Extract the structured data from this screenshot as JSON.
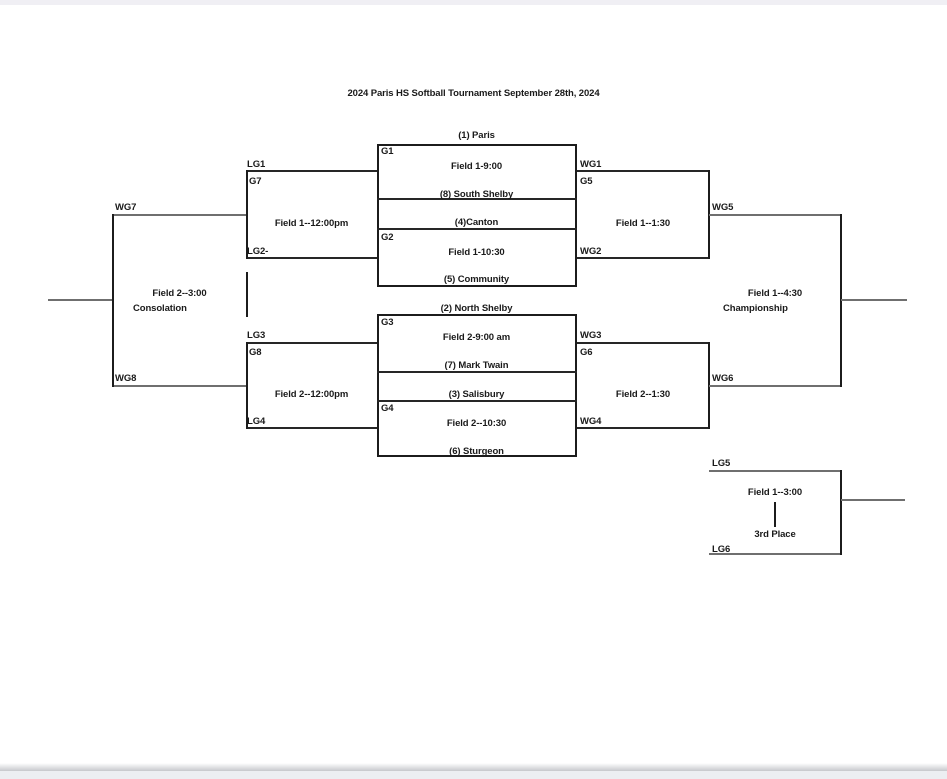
{
  "title": "2024 Paris HS Softball Tournament September 28th, 2024",
  "games": {
    "g1": {
      "label": "G1",
      "seed_top": "(1) Paris",
      "seed_bottom": "(8) South Shelby",
      "field": "Field 1-9:00"
    },
    "g2": {
      "label": "G2",
      "seed_top": "(4)Canton",
      "seed_bottom": "(5) Community",
      "field": "Field 1-10:30"
    },
    "g3": {
      "label": "G3",
      "seed_top": "(2) North Shelby",
      "seed_bottom": "(7) Mark Twain",
      "field": "Field 2-9:00 am"
    },
    "g4": {
      "label": "G4",
      "seed_top": "(3) Salisbury",
      "seed_bottom": "(6) Sturgeon",
      "field": "Field 2--10:30"
    },
    "g5": {
      "label": "G5",
      "in_top": "WG1",
      "in_bottom": "WG2",
      "field": "Field 1--1:30",
      "out": "WG5"
    },
    "g6": {
      "label": "G6",
      "in_top": "WG3",
      "in_bottom": "WG4",
      "field": "Field 2--1:30",
      "out": "WG6"
    },
    "g7": {
      "label": "G7",
      "in_top": "LG1",
      "in_bottom": "LG2-",
      "field": "Field 1--12:00pm",
      "out": "WG7"
    },
    "g8": {
      "label": "G8",
      "in_top": "LG3",
      "in_bottom": "LG4",
      "field": "Field 2--12:00pm",
      "out": "WG8"
    },
    "championship": {
      "field": "Field 1--4:30",
      "name": "Championship"
    },
    "consolation": {
      "field": "Field 2--3:00",
      "name": "Consolation"
    },
    "third_place": {
      "in_top": "LG5",
      "in_bottom": "LG6",
      "field": "Field 1--3:00",
      "name": "3rd Place"
    }
  },
  "colors": {
    "box_line": "#1c1c1c",
    "advance_line": "#6f6f6f",
    "chrome_top": "#f0eff4",
    "chrome_bottom": "#eceef2"
  }
}
